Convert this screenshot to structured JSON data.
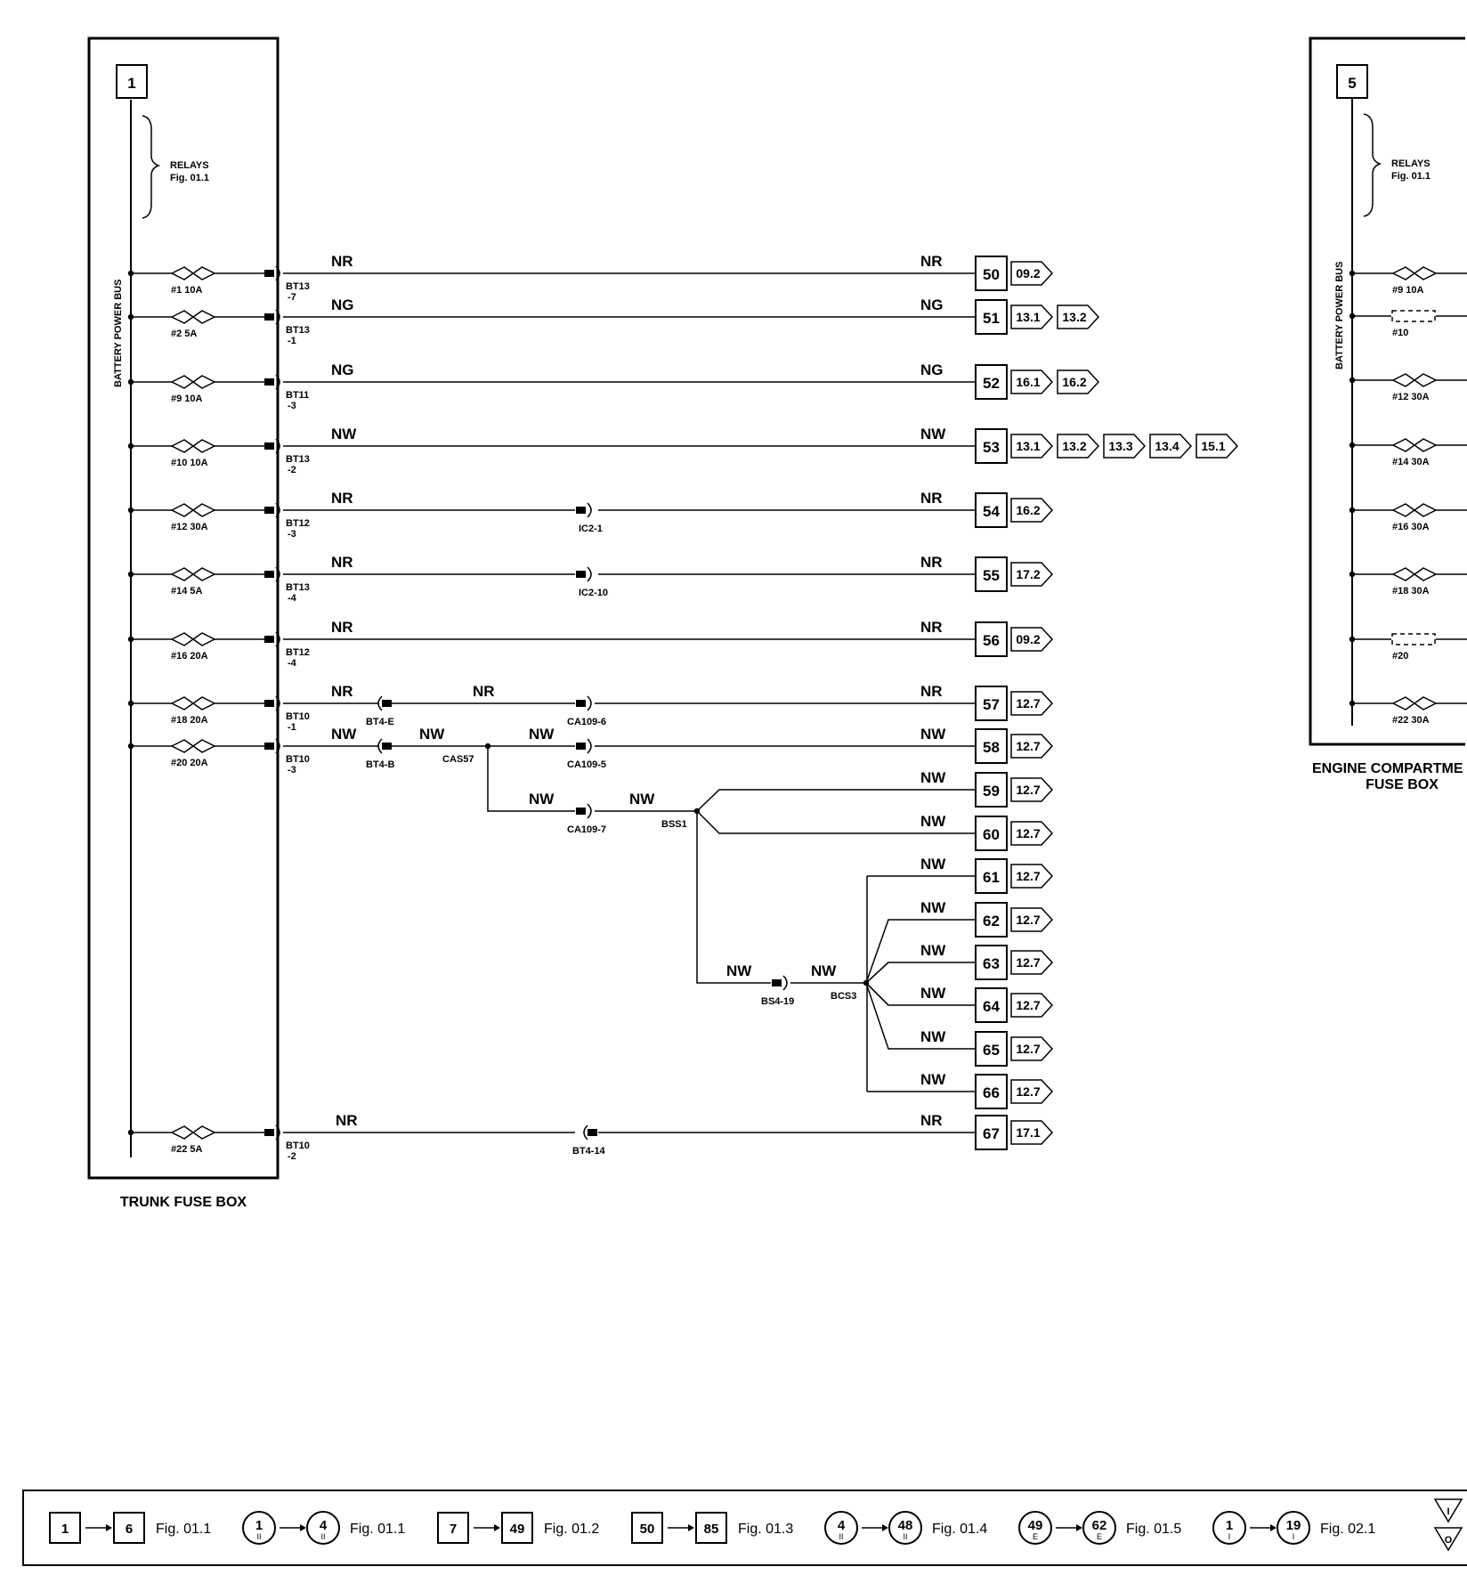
{
  "trunk_box": {
    "id": "1",
    "title": "TRUNK FUSE BOX",
    "bus_label": "BATTERY POWER BUS",
    "relays_label": "RELAYS",
    "relays_fig": "Fig. 01.1"
  },
  "engine_box": {
    "id": "5",
    "title_line1": "ENGINE COMPARTME",
    "title_line2": "FUSE BOX",
    "bus_label": "BATTERY POWER BUS",
    "relays_label": "RELAYS",
    "relays_fig": "Fig. 01.1",
    "fuses": [
      {
        "label": "#9 10A",
        "type": "fuse"
      },
      {
        "label": "#10",
        "type": "empty"
      },
      {
        "label": "#12 30A",
        "type": "fuse"
      },
      {
        "label": "#14 30A",
        "type": "fuse"
      },
      {
        "label": "#16 30A",
        "type": "fuse"
      },
      {
        "label": "#18 30A",
        "type": "fuse"
      },
      {
        "label": "#20",
        "type": "empty"
      },
      {
        "label": "#22 30A",
        "type": "fuse"
      }
    ]
  },
  "circuits": [
    {
      "fuse": "#1 10A",
      "conn": "BT13",
      "pin": "-7",
      "wire_left": "NR",
      "wire_right": "NR",
      "dest": "50",
      "refs": [
        "09.2"
      ]
    },
    {
      "fuse": "#2 5A",
      "conn": "BT13",
      "pin": "-1",
      "wire_left": "NG",
      "wire_right": "NG",
      "dest": "51",
      "refs": [
        "13.1",
        "13.2"
      ]
    },
    {
      "fuse": "#9 10A",
      "conn": "BT11",
      "pin": "-3",
      "wire_left": "NG",
      "wire_right": "NG",
      "dest": "52",
      "refs": [
        "16.1",
        "16.2"
      ]
    },
    {
      "fuse": "#10 10A",
      "conn": "BT13",
      "pin": "-2",
      "wire_left": "NW",
      "wire_right": "NW",
      "dest": "53",
      "refs": [
        "13.1",
        "13.2",
        "13.3",
        "13.4",
        "15.1"
      ]
    },
    {
      "fuse": "#12 30A",
      "conn": "BT12",
      "pin": "-3",
      "wire_left": "NR",
      "wire_right": "NR",
      "dest": "54",
      "refs": [
        "16.2"
      ],
      "inline": "IC2-1"
    },
    {
      "fuse": "#14 5A",
      "conn": "BT13",
      "pin": "-4",
      "wire_left": "NR",
      "wire_right": "NR",
      "dest": "55",
      "refs": [
        "17.2"
      ],
      "inline": "IC2-10"
    },
    {
      "fuse": "#16 20A",
      "conn": "BT12",
      "pin": "-4",
      "wire_left": "NR",
      "wire_right": "NR",
      "dest": "56",
      "refs": [
        "09.2"
      ]
    },
    {
      "fuse": "#18 20A",
      "conn": "BT10",
      "pin": "-1",
      "wire_left": "NR",
      "wire_mid": "NR",
      "wire_right": "NR",
      "dest": "57",
      "refs": [
        "12.7"
      ],
      "inline": "CA109-6",
      "inline2": "BT4-E"
    },
    {
      "fuse": "#20 20A",
      "conn": "BT10",
      "pin": "-3",
      "wire_left": "NW",
      "wire_mid": "NW",
      "wire_mid2": "NW",
      "wire_right": "NW",
      "dest": "58",
      "refs": [
        "12.7"
      ],
      "inline": "CA109-5",
      "inline2": "BT4-B",
      "splice": "CAS57"
    },
    {
      "fuse": "#22 5A",
      "conn": "BT10",
      "pin": "-2",
      "wire_left": "NR",
      "wire_right": "NR",
      "dest": "67",
      "refs": [
        "17.1"
      ],
      "inline": "BT4-14"
    }
  ],
  "branch": {
    "wire_a": "NW",
    "wire_b": "NW",
    "conn_a": "CA109-7",
    "splice_a": "BSS1",
    "conn_b": "BS4-19",
    "wire_c": "NW",
    "wire_d": "NW",
    "splice_b": "BCS3",
    "outs": [
      {
        "dest": "59",
        "wire": "NW",
        "ref": "12.7"
      },
      {
        "dest": "60",
        "wire": "NW",
        "ref": "12.7"
      },
      {
        "dest": "61",
        "wire": "NW",
        "ref": "12.7"
      },
      {
        "dest": "62",
        "wire": "NW",
        "ref": "12.7"
      },
      {
        "dest": "63",
        "wire": "NW",
        "ref": "12.7"
      },
      {
        "dest": "64",
        "wire": "NW",
        "ref": "12.7"
      },
      {
        "dest": "65",
        "wire": "NW",
        "ref": "12.7"
      },
      {
        "dest": "66",
        "wire": "NW",
        "ref": "12.7"
      }
    ]
  },
  "legend": {
    "items": [
      {
        "from": "1",
        "to": "6",
        "shape": "square",
        "fig": "Fig. 01.1"
      },
      {
        "from": "1",
        "to": "4",
        "shape": "circle",
        "sub_from": "II",
        "sub_to": "II",
        "fig": "Fig. 01.1"
      },
      {
        "from": "7",
        "to": "49",
        "shape": "square",
        "fig": "Fig. 01.2"
      },
      {
        "from": "50",
        "to": "85",
        "shape": "square",
        "fig": "Fig. 01.3"
      },
      {
        "from": "4",
        "to": "48",
        "shape": "circle",
        "sub_from": "II",
        "sub_to": "II",
        "fig": "Fig. 01.4"
      },
      {
        "from": "49",
        "to": "62",
        "shape": "circle",
        "sub_from": "E",
        "sub_to": "E",
        "fig": "Fig. 01.5"
      },
      {
        "from": "1",
        "to": "19",
        "shape": "circle",
        "sub_from": "I",
        "sub_to": "I",
        "fig": "Fig. 02.1"
      }
    ],
    "tri_top": "I",
    "tri_bottom": "O"
  }
}
